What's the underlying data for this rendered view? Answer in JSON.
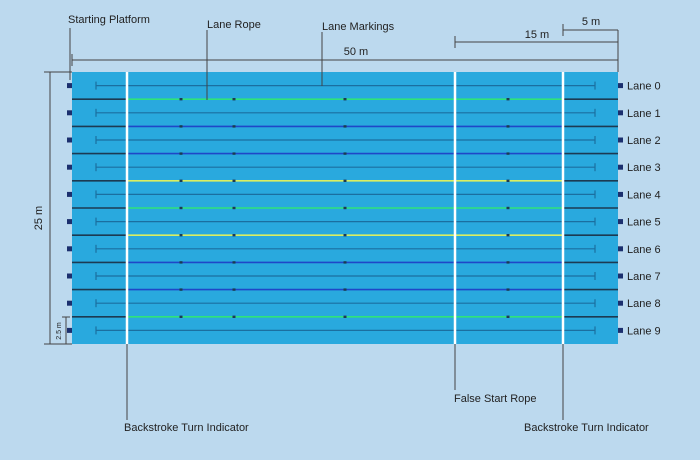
{
  "colors": {
    "background": "#bcd9ee",
    "pool": "#29a9de",
    "rope_dark": "#1c3a52",
    "rope_blue": "#1f47c8",
    "rope_green": "#2fe37a",
    "rope_yellow": "#d9ef62",
    "marking": "#1b6fa0",
    "white_line": "#ffffff",
    "dimension": "#444444",
    "platform": "#1b2f6e"
  },
  "labels": {
    "starting_platform": "Starting Platform",
    "lane_rope": "Lane Rope",
    "lane_markings": "Lane Markings",
    "false_start_rope": "False Start Rope",
    "backstroke_left": "Backstroke Turn Indicator",
    "backstroke_right": "Backstroke Turn Indicator"
  },
  "dimensions": {
    "length": "50 m",
    "width": "25 m",
    "false_start_distance": "15 m",
    "backstroke_distance": "5 m",
    "lane_edge": "2.5 m"
  },
  "lanes": [
    "Lane 0",
    "Lane 1",
    "Lane 2",
    "Lane 3",
    "Lane 4",
    "Lane 5",
    "Lane 6",
    "Lane 7",
    "Lane 8",
    "Lane 9"
  ],
  "ropes": [
    "green",
    "blue",
    "blue",
    "yellow",
    "green",
    "yellow",
    "blue",
    "blue",
    "green"
  ]
}
